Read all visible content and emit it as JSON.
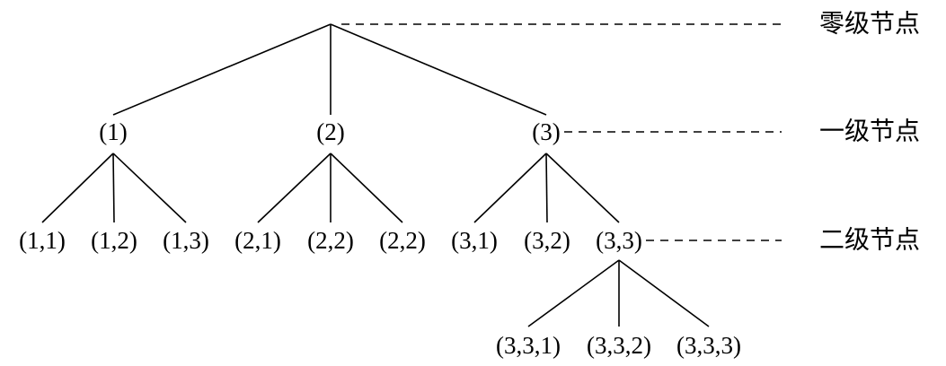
{
  "nodes": [
    {
      "id": "root",
      "label": "",
      "level": 0
    },
    {
      "id": "n1",
      "label": "(1)",
      "level": 1
    },
    {
      "id": "n2",
      "label": "(2)",
      "level": 1
    },
    {
      "id": "n3",
      "label": "(3)",
      "level": 1
    },
    {
      "id": "n11",
      "label": "(1,1)",
      "level": 2
    },
    {
      "id": "n12",
      "label": "(1,2)",
      "level": 2
    },
    {
      "id": "n13",
      "label": "(1,3)",
      "level": 2
    },
    {
      "id": "n21",
      "label": "(2,1)",
      "level": 2
    },
    {
      "id": "n22",
      "label": "(2,2)",
      "level": 2
    },
    {
      "id": "n23",
      "label": "(2,2)",
      "level": 2
    },
    {
      "id": "n31",
      "label": "(3,1)",
      "level": 2
    },
    {
      "id": "n32",
      "label": "(3,2)",
      "level": 2
    },
    {
      "id": "n33",
      "label": "(3,3)",
      "level": 2
    },
    {
      "id": "n331",
      "label": "(3,3,1)",
      "level": 3
    },
    {
      "id": "n332",
      "label": "(3,3,2)",
      "level": 3
    },
    {
      "id": "n333",
      "label": "(3,3,3)",
      "level": 3
    }
  ],
  "edges": [
    [
      "root",
      "n1"
    ],
    [
      "root",
      "n2"
    ],
    [
      "root",
      "n3"
    ],
    [
      "n1",
      "n11"
    ],
    [
      "n1",
      "n12"
    ],
    [
      "n1",
      "n13"
    ],
    [
      "n2",
      "n21"
    ],
    [
      "n2",
      "n22"
    ],
    [
      "n2",
      "n23"
    ],
    [
      "n3",
      "n31"
    ],
    [
      "n3",
      "n32"
    ],
    [
      "n3",
      "n33"
    ],
    [
      "n33",
      "n331"
    ],
    [
      "n33",
      "n332"
    ],
    [
      "n33",
      "n333"
    ]
  ],
  "level_labels": [
    {
      "text": "零级节点",
      "level": 0,
      "from": "root"
    },
    {
      "text": "一级节点",
      "level": 1,
      "from": "n3"
    },
    {
      "text": "二级节点",
      "level": 2,
      "from": "n33"
    }
  ]
}
